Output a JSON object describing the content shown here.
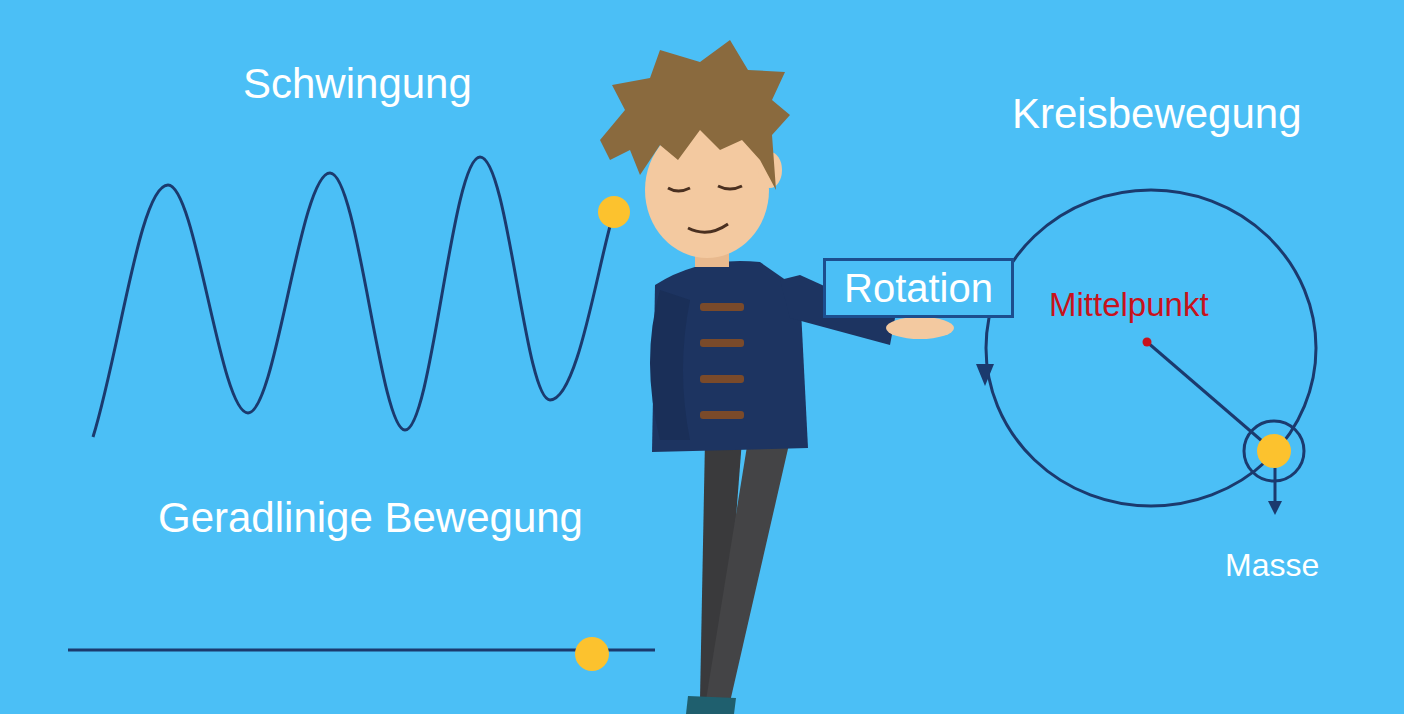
{
  "diagram": {
    "nodes": [
      {
        "text": [
          "Rotation"
        ]
      }
    ],
    "labels": [
      "Schwingung",
      "Kreisbewegung",
      "Mittelpunkt",
      "Geradlinige Bewegung",
      "Masse"
    ]
  }
}
